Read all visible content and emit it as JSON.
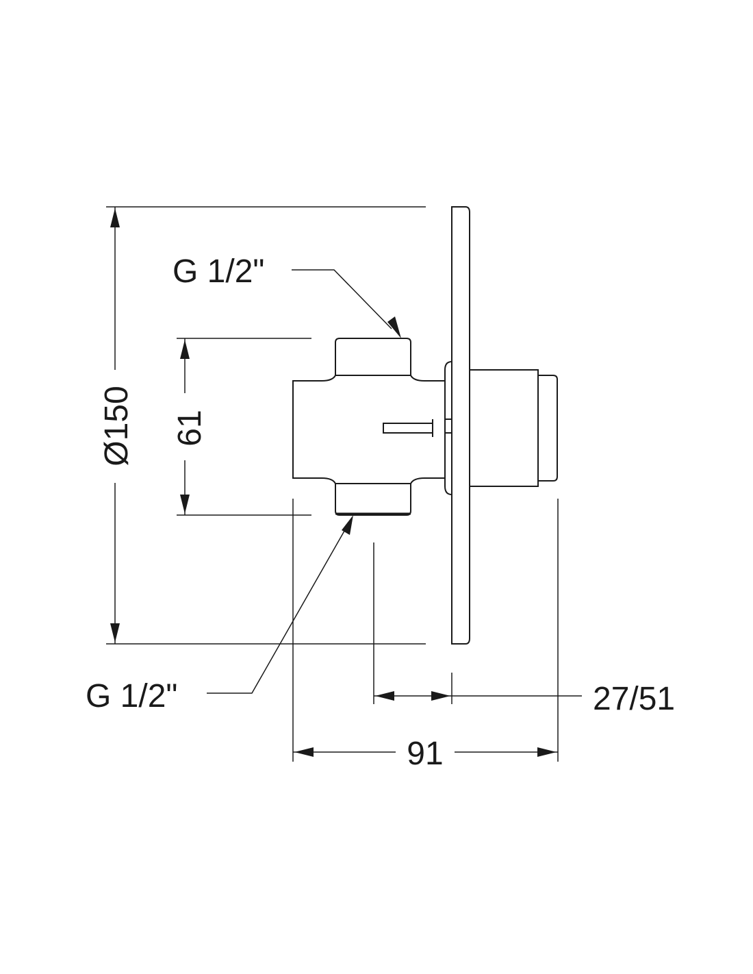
{
  "dimensions": {
    "diameter_label": "Ø150",
    "height_label": "61",
    "thread_top_label": "G 1/2\"",
    "thread_bottom_label": "G 1/2\"",
    "adjust_range_label": "27/51",
    "depth_label": "91"
  }
}
